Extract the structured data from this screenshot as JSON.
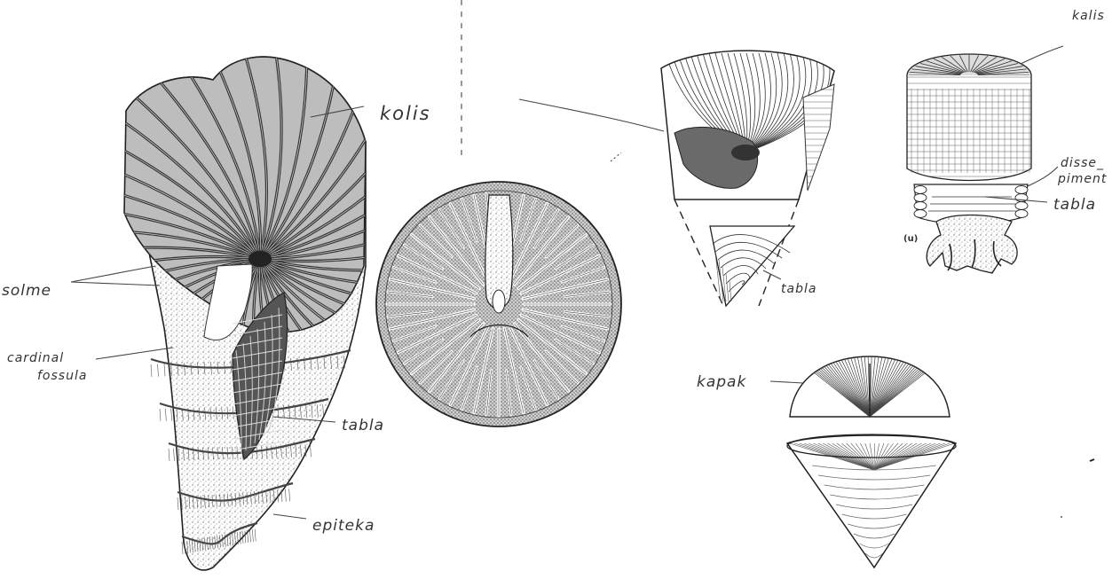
{
  "labels": {
    "kalis_main": "kolis",
    "kalis_corner": "kalis",
    "solme": "solme",
    "cardinal_line1": "cardinal",
    "cardinal_line2": "fossula",
    "tabla_left": "tabla",
    "epiteka": "epiteka",
    "tabla_cone": "tabla",
    "dissepiment_line1": "disse_",
    "dissepiment_line2": "piment",
    "tabla_right": "tabla",
    "kapak": "kapak",
    "figure_marker": "(u)"
  }
}
